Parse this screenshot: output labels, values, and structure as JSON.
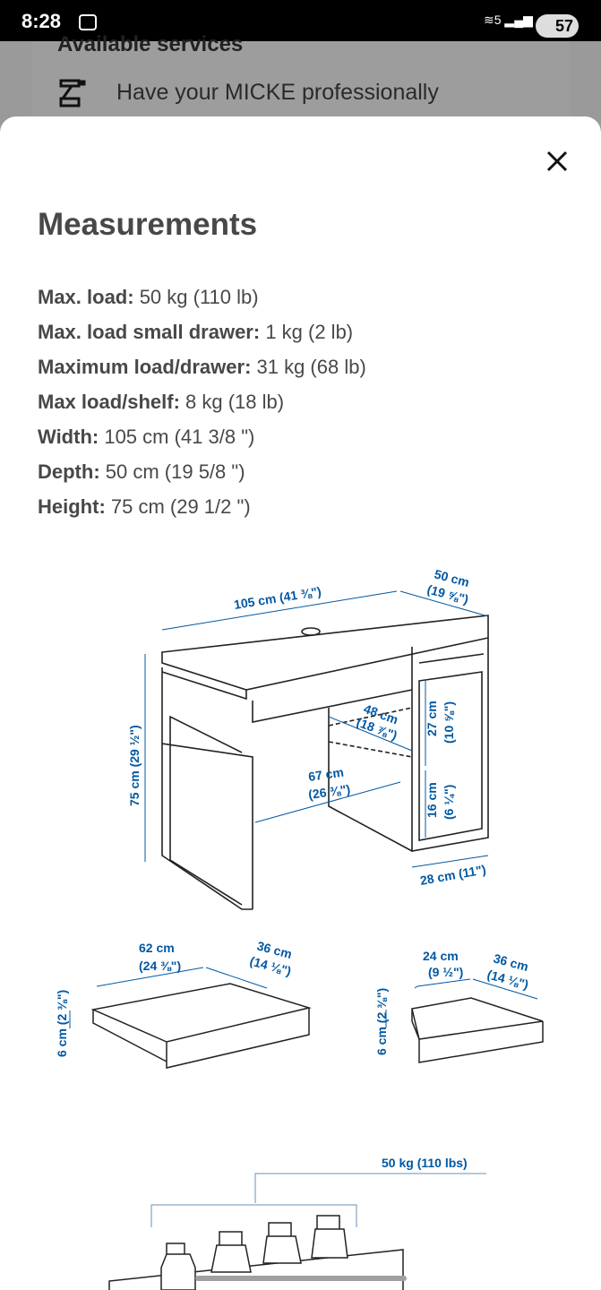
{
  "status_bar": {
    "time": "8:28",
    "battery": "57",
    "network": "5"
  },
  "background": {
    "section_title": "Available services",
    "service_text": "Have your MICKE professionally"
  },
  "sheet": {
    "title": "Measurements",
    "specs": [
      {
        "label": "Max. load:",
        "value": " 50 kg (110 lb)"
      },
      {
        "label": "Max. load small drawer:",
        "value": " 1 kg (2 lb)"
      },
      {
        "label": "Maximum load/drawer:",
        "value": " 31 kg (68 lb)"
      },
      {
        "label": "Max load/shelf:",
        "value": " 8 kg (18 lb)"
      },
      {
        "label": "Width:",
        "value": " 105 cm (41 3/8 \")"
      },
      {
        "label": "Depth:",
        "value": " 50 cm (19 5/8 \")"
      },
      {
        "label": "Height:",
        "value": " 75 cm (29 1/2 \")"
      }
    ],
    "desk_labels": {
      "width": "105 cm (41 ⅜\")",
      "depth_cm": "50 cm",
      "depth_in": "(19 ⅝\")",
      "height": "75 cm (29 ½\")",
      "inner_depth_cm": "48 cm",
      "inner_depth_in": "(18 ⅞\")",
      "inner_width_cm": "67 cm",
      "inner_width_in": "(26 ⅜\")",
      "shelf1_cm": "27 cm",
      "shelf1_in": "(10 ⅝\")",
      "shelf2_cm": "16 cm",
      "shelf2_in": "(6 ¼\")",
      "cabinet_width": "28 cm (11\")"
    },
    "large_drawer": {
      "width_cm": "62 cm",
      "width_in": "(24 ⅜\")",
      "depth_cm": "36 cm",
      "depth_in": "(14 ⅛\")",
      "height": "6 cm (2 ⅜\")"
    },
    "small_drawer": {
      "width_cm": "24 cm",
      "width_in": "(9 ½\")",
      "depth_cm": "36 cm",
      "depth_in": "(14 ⅛\")",
      "height": "6 cm (2 ⅜\")"
    },
    "load_label": "50 kg (110 lbs)"
  },
  "colors": {
    "dimension_blue": "#0058a3",
    "text": "#484848",
    "scrim": "#9a9a9a"
  }
}
